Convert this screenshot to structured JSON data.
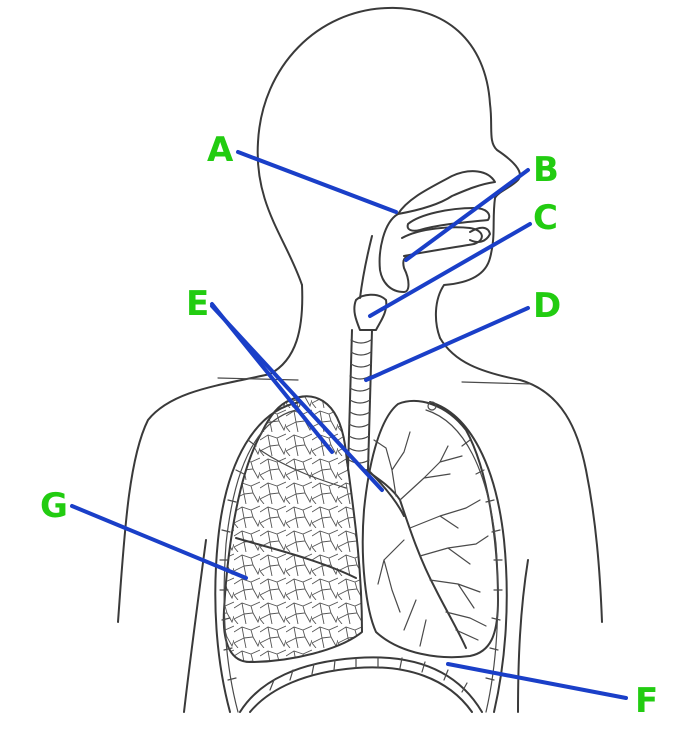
{
  "colors": {
    "label": "#22cc11",
    "pointer": "#1a3fc8",
    "outline": "#3a3a3a"
  },
  "labels": {
    "A": "A",
    "B": "B",
    "C": "C",
    "D": "D",
    "E": "E",
    "F": "F",
    "G": "G"
  }
}
